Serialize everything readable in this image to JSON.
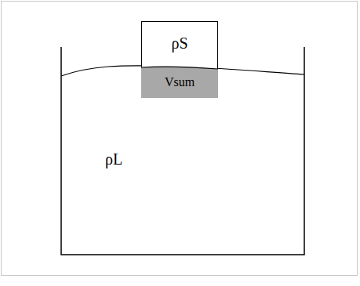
{
  "diagram": {
    "nodes": [
      {
        "text": [
          "ρS"
        ]
      },
      {
        "text": [
          "Vsum"
        ],
        "in": 0
      }
    ],
    "labels": [
      "ρL"
    ]
  }
}
